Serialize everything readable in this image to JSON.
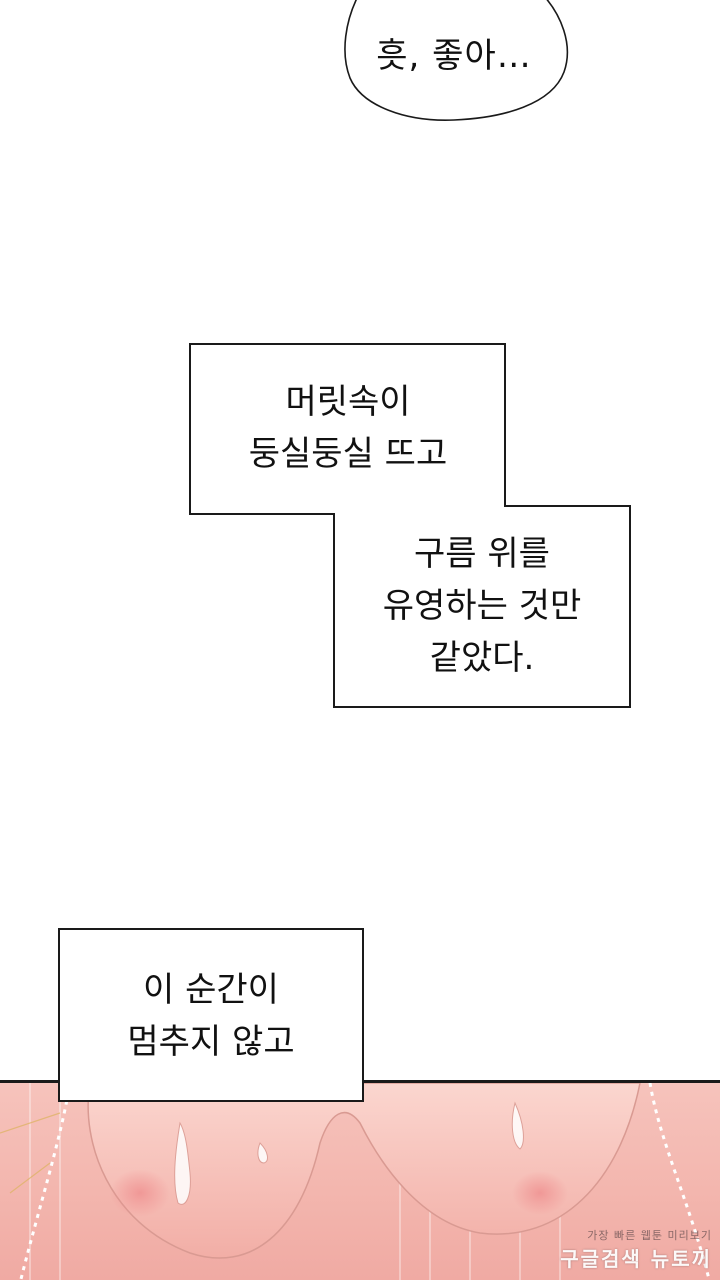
{
  "speech_bubble": {
    "text": "흣, 좋아…"
  },
  "captions": [
    {
      "lines": [
        "머릿속이",
        "둥실둥실 뜨고"
      ]
    },
    {
      "lines": [
        "구름 위를",
        "유영하는 것만",
        "같았다."
      ]
    },
    {
      "lines": [
        "이 순간이",
        "멈추지 않고"
      ]
    }
  ],
  "watermark": {
    "small_text": "가장 빠른 웹툰 미리보기",
    "big_text": "구글검색 뉴토끼"
  },
  "colors": {
    "background": "#ffffff",
    "outline": "#1a1a1a",
    "skin_light": "#f6c3bc",
    "skin_dark": "#f0aaa3"
  }
}
